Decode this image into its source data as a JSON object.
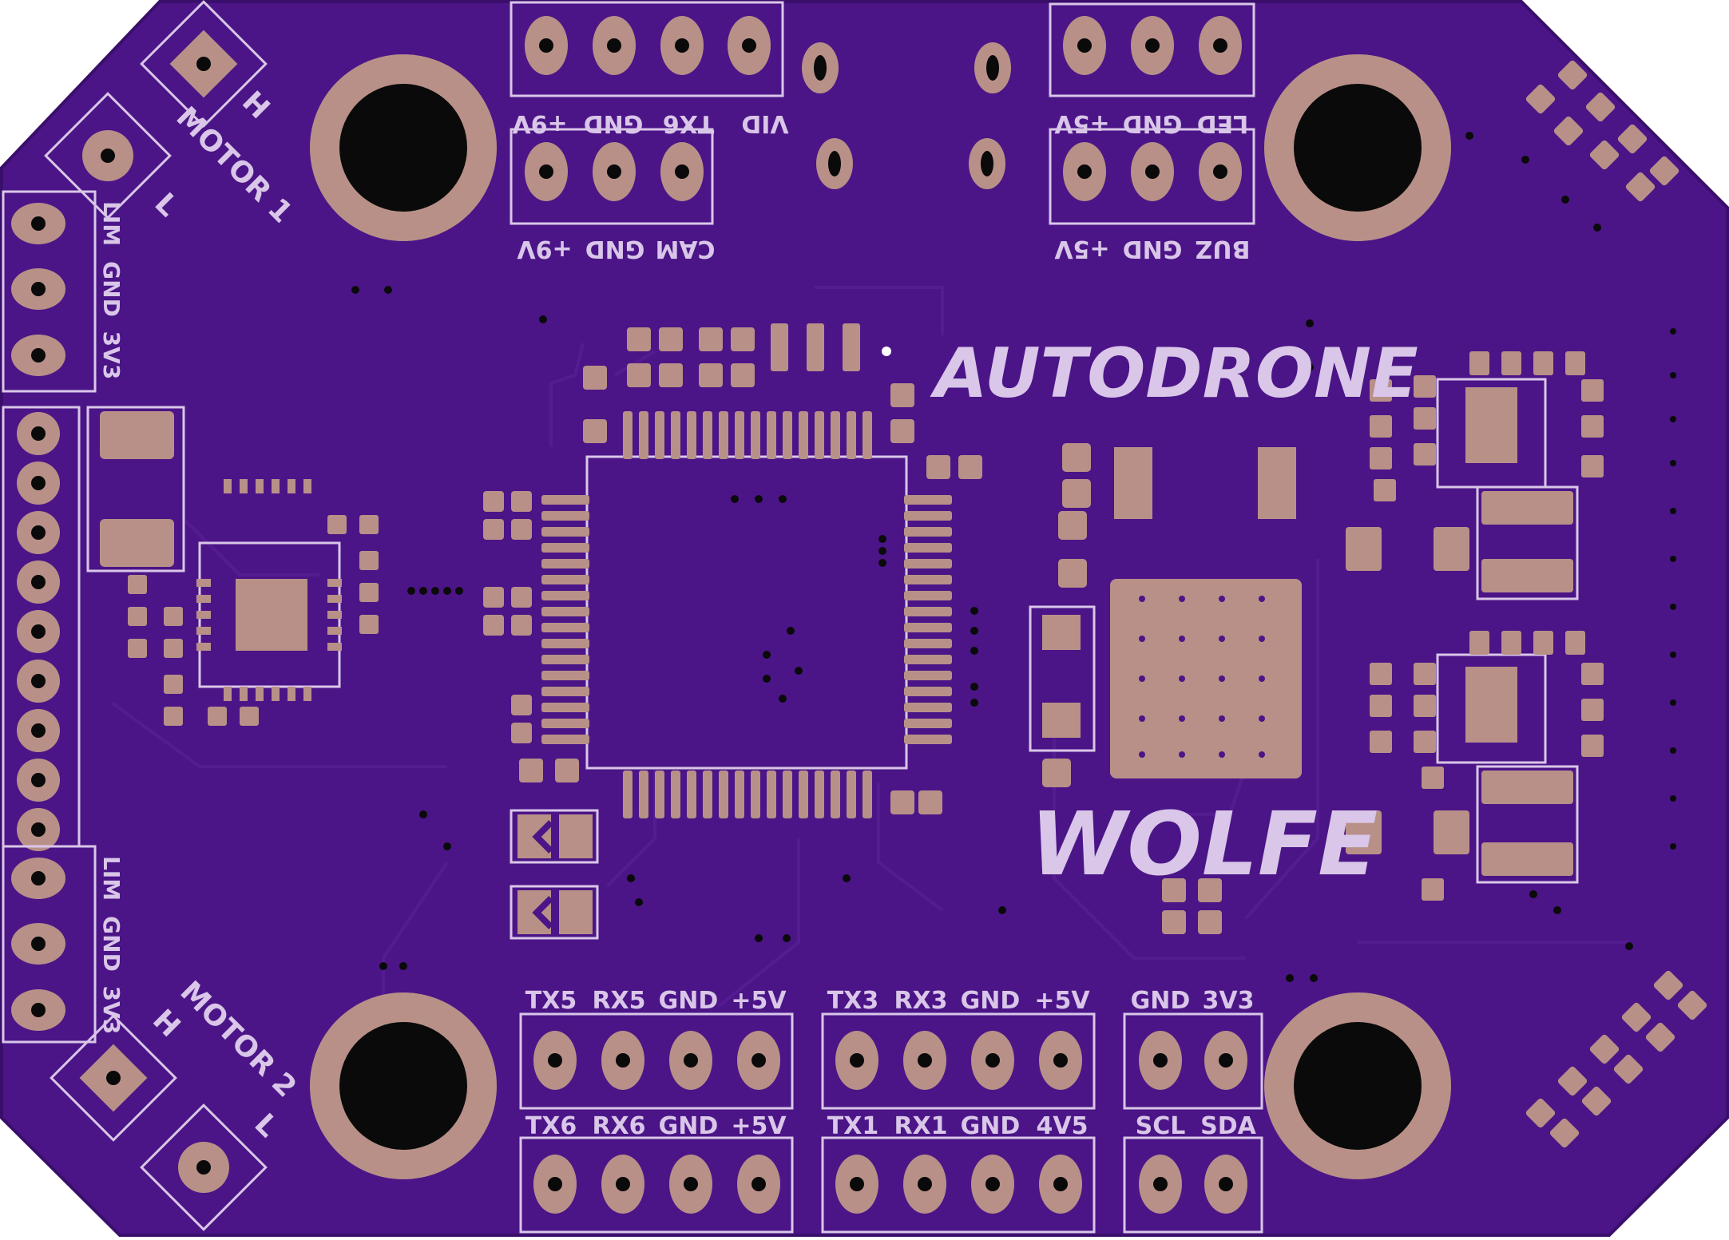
{
  "board": {
    "colors": {
      "substrate": "#4b1587",
      "copper_pad": "#b89088",
      "silkscreen": "#d9c6e8",
      "drill": "#0a0a0a"
    },
    "titles": {
      "name": "AUTODRONE",
      "subtitle": "WOLFE"
    },
    "motor1": {
      "title": "MOTOR 1",
      "pin_h": "H",
      "pin_l": "L"
    },
    "motor2": {
      "title": "MOTOR 2",
      "pin_h": "H",
      "pin_l": "L"
    },
    "left_top_header": {
      "labels": [
        "LIM",
        "GND",
        "3V3"
      ]
    },
    "left_bottom_header": {
      "labels": [
        "LIM",
        "GND",
        "3V3"
      ]
    },
    "top_headers": {
      "video": {
        "labels": [
          "VID",
          "TX6",
          "GND",
          "+9V"
        ]
      },
      "camera": {
        "labels": [
          "CAM",
          "GND",
          "+9V"
        ]
      },
      "led": {
        "labels": [
          "LED",
          "GND",
          "+5V"
        ]
      },
      "buzzer": {
        "labels": [
          "BUZ",
          "GND",
          "+5V"
        ]
      }
    },
    "bottom_headers": {
      "uart5": {
        "labels": [
          "TX5",
          "RX5",
          "GND",
          "+5V"
        ]
      },
      "uart6": {
        "labels": [
          "TX6",
          "RX6",
          "GND",
          "+5V"
        ]
      },
      "uart3": {
        "labels": [
          "TX3",
          "RX3",
          "GND",
          "+5V"
        ]
      },
      "uart1": {
        "labels": [
          "TX1",
          "RX1",
          "GND",
          "4V5"
        ]
      },
      "power": {
        "labels": [
          "GND",
          "3V3"
        ]
      },
      "i2c": {
        "labels": [
          "SCL",
          "SDA"
        ]
      }
    }
  }
}
